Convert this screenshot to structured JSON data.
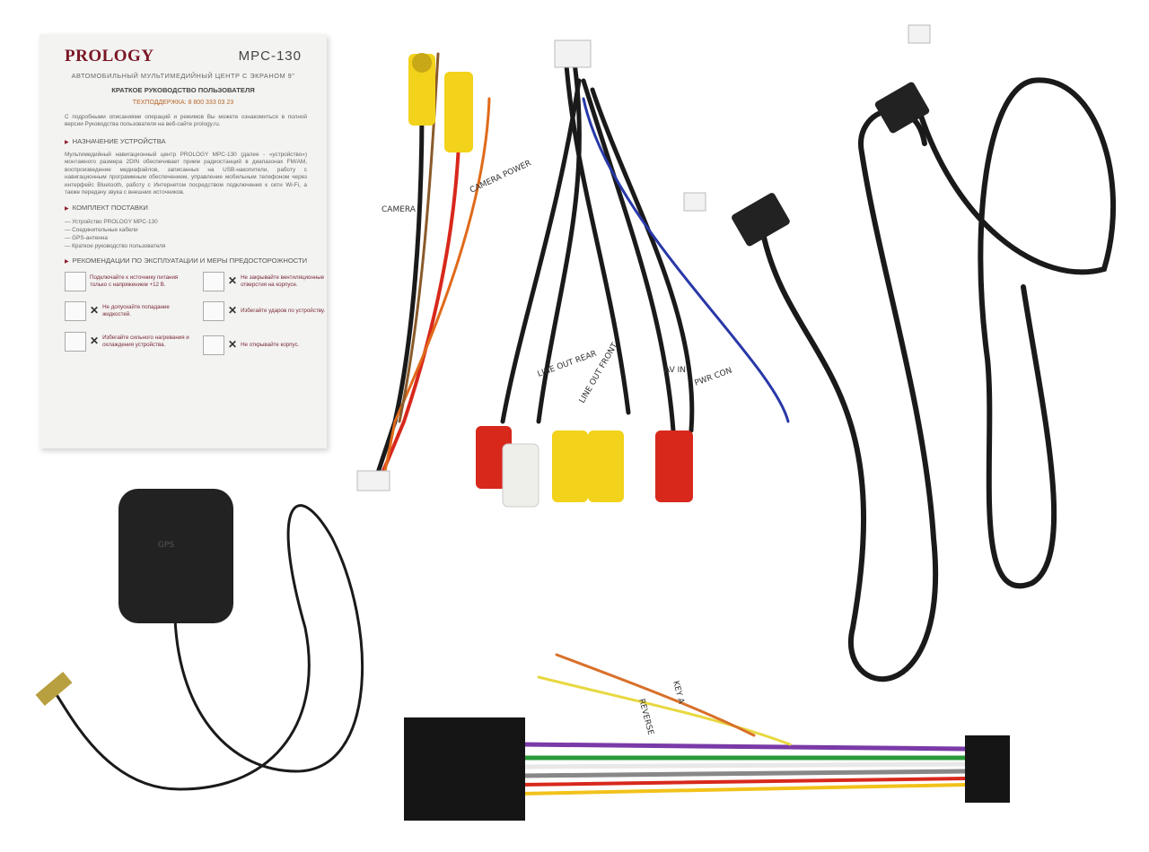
{
  "manual": {
    "brand": "PROLOGY",
    "model": "MPC-130",
    "subtitle": "АВТОМОБИЛЬНЫЙ МУЛЬТИМЕДИЙНЫЙ ЦЕНТР С ЭКРАНОМ 9\"",
    "title": "КРАТКОЕ РУКОВОДСТВО ПОЛЬЗОВАТЕЛЯ",
    "support": "ТЕХПОДДЕРЖКА: 8 800 333 03 23",
    "intro": "С подробными описаниями операций и режимов Вы можете ознакомиться в полной версии Руководства пользователя на веб-сайте prology.ru.",
    "section1_heading": "НАЗНАЧЕНИЕ УСТРОЙСТВА",
    "section1_text": "Мультимедийный навигационный центр PROLOGY MPC-130 (далее - «устройство») монтажного размера 2DIN обеспечивает прием радиостанций в диапазонах FM/AM, воспроизведение медиафайлов, записанных на USB-накопители, работу с навигационным программным обеспечением, управление мобильным телефоном через интерфейс Bluetooth, работу с Интернетом посредством подключения к сети Wi-Fi, а также передачу звука с внешних источников.",
    "section2_heading": "КОМПЛЕКТ ПОСТАВКИ",
    "kit": [
      "Устройство PROLOGY MPC-130",
      "Соединительные кабели",
      "GPS-антенна",
      "Краткое руководство пользователя"
    ],
    "section3_heading": "РЕКОМЕНДАЦИИ ПО ЭКСПЛУАТАЦИИ И МЕРЫ ПРЕДОСТОРОЖНОСТИ",
    "warnings": [
      "Подключайте к источнику питания только с напряжением +12 В.",
      "Не закрывайте вентиляционные отверстия на корпусе.",
      "Не допускайте попадание жидкостей.",
      "Избегайте ударов по устройству.",
      "Избегайте сильного нагревания и охлаждения устройства.",
      "Не открывайте корпус."
    ]
  },
  "cable_labels": {
    "camera": "CAMERA",
    "camera_power": "CAMERA POWER",
    "line_out_front": "LINE OUT FRONT",
    "line_out_rear": "LINE OUT REAR",
    "av_in": "AV IN",
    "pwr_con": "PWR CON",
    "key_a": "KEY A",
    "reverse": "REVERSE",
    "gps": "GPS"
  },
  "colors": {
    "background": "#ffffff",
    "brand": "#7a1525",
    "rca_yellow": "#f2d21a",
    "rca_red": "#d8281c",
    "rca_white": "#eeeeea",
    "cable_black": "#1a1a1a"
  }
}
